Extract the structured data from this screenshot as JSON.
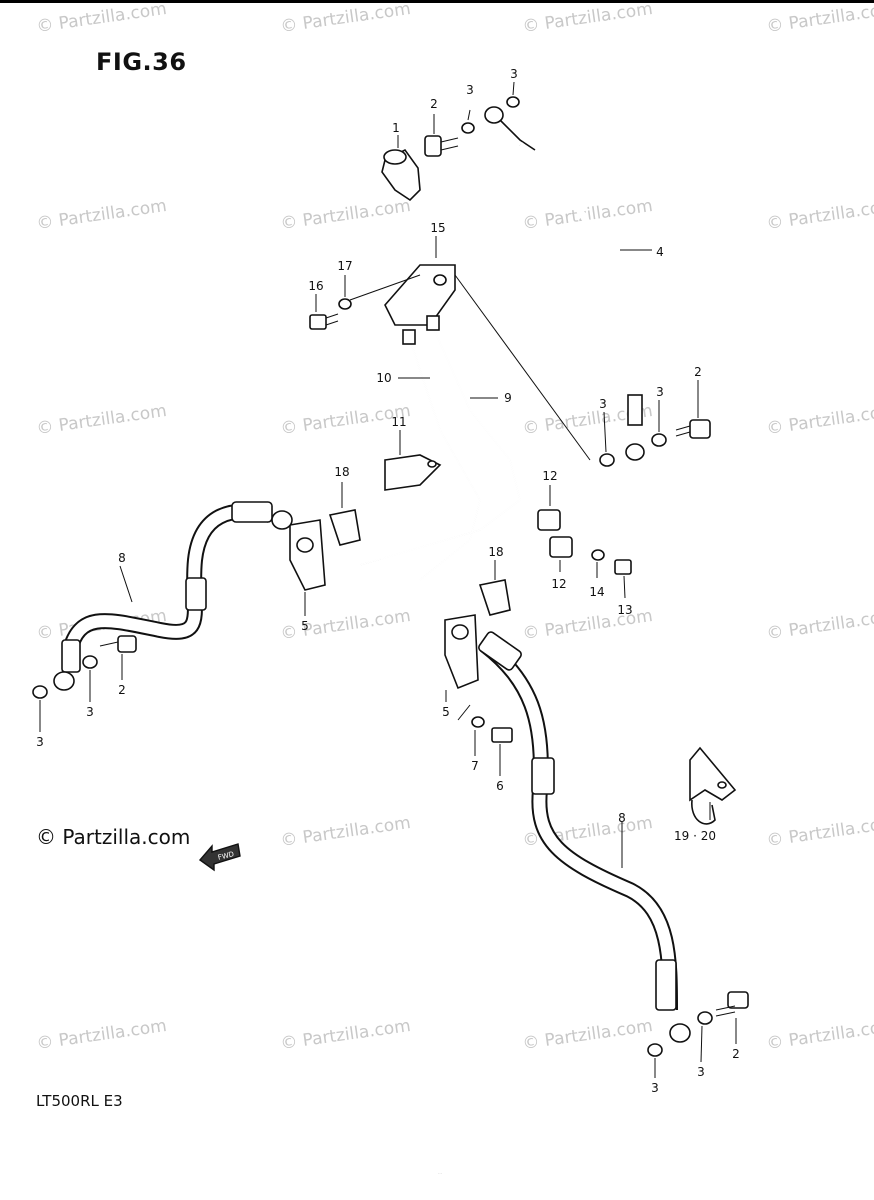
{
  "figure": {
    "title": "FIG.36",
    "model": "LT500RL  E3",
    "footer_note": "…"
  },
  "credit": "© Partzilla.com",
  "watermark_text": "© Partzilla.com",
  "callouts": {
    "c1": "1",
    "c2a": "2",
    "c3a": "3",
    "c3b": "3",
    "c4": "4",
    "c15": "15",
    "c16": "16",
    "c17": "17",
    "c10": "10",
    "c9": "9",
    "c2b": "2",
    "c3c": "3",
    "c3d": "3",
    "c11": "11",
    "c18a": "18",
    "c12a": "12",
    "c12b": "12",
    "c14": "14",
    "c13": "13",
    "c18b": "18",
    "c8a": "8",
    "c2c": "2",
    "c3e": "3",
    "c3f": "3",
    "c5a": "5",
    "c5b": "5",
    "c7": "7",
    "c6": "6",
    "c1920": "19 · 20",
    "c8b": "8",
    "c3g": "3",
    "c3h": "3",
    "c2d": "2"
  },
  "fwd_label": "FWD"
}
